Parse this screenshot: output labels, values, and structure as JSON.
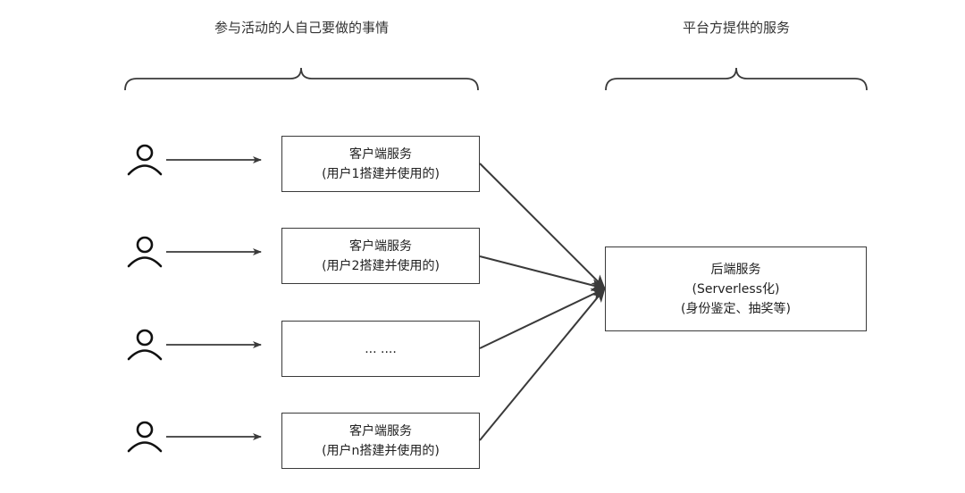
{
  "headings": {
    "participant_side": "参与活动的人自己要做的事情",
    "platform_side": "平台方提供的服务"
  },
  "client_boxes": [
    {
      "title": "客户端服务",
      "subtitle": "(用户1搭建并使用的)"
    },
    {
      "title": "客户端服务",
      "subtitle": "(用户2搭建并使用的)"
    },
    {
      "title": "... ....",
      "subtitle": ""
    },
    {
      "title": "客户端服务",
      "subtitle": "(用户n搭建并使用的)"
    }
  ],
  "backend_box": {
    "title": "后端服务",
    "line2": "(Serverless化)",
    "line3": "(身份鉴定、抽奖等)"
  },
  "icons": {
    "user": "user-icon",
    "arrow": "arrow-right-icon"
  },
  "colors": {
    "stroke": "#3a3a3a",
    "text": "#222222",
    "background": "#ffffff"
  }
}
